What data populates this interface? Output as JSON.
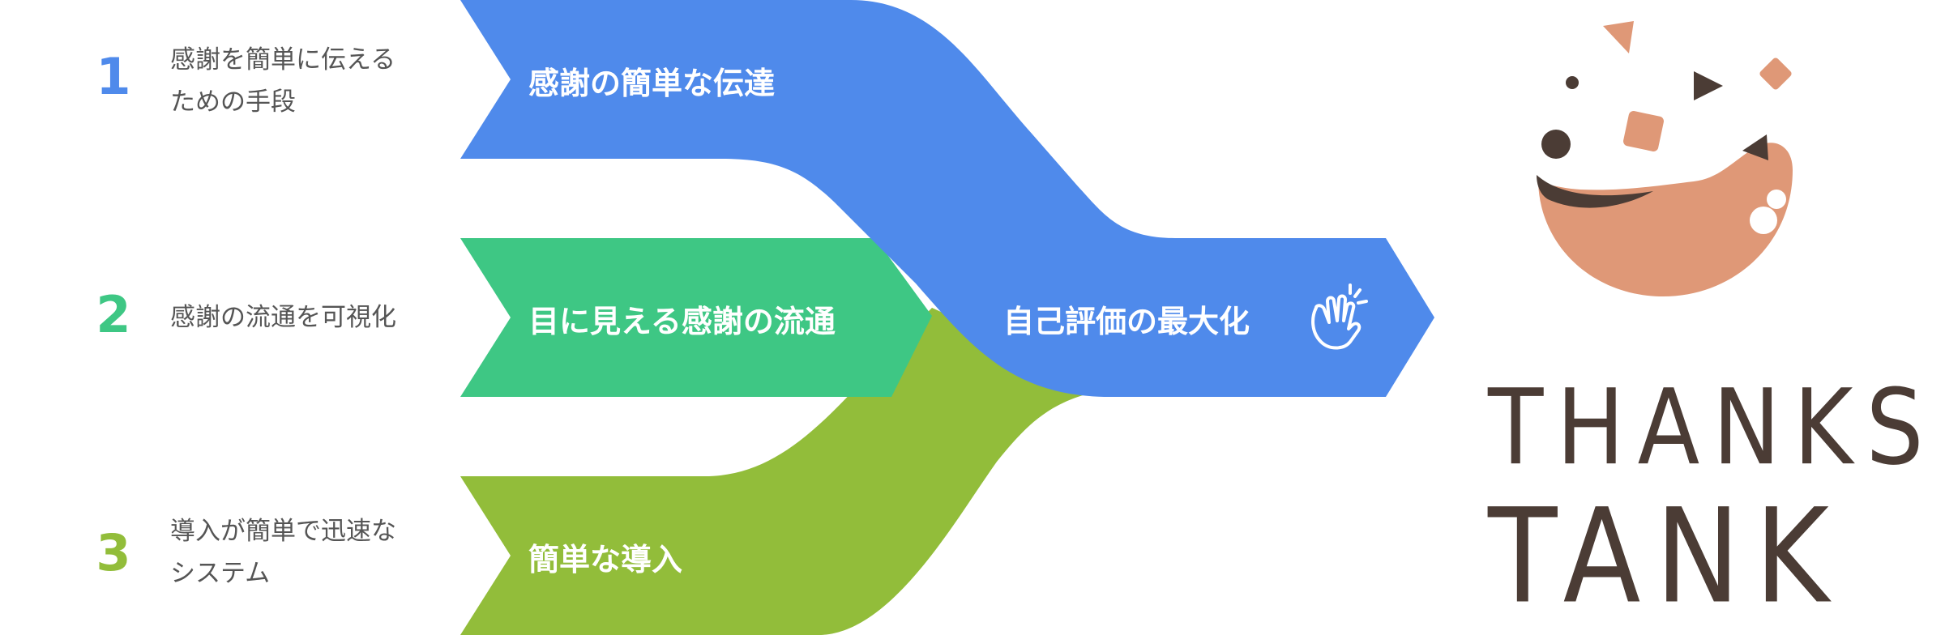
{
  "steps": [
    {
      "number": "1",
      "description_lines": [
        "感謝を簡単に伝える",
        "ための手段"
      ],
      "color": "#4f8aeb"
    },
    {
      "number": "2",
      "description_lines": [
        "感謝の流通を可視化"
      ],
      "color": "#3ec784"
    },
    {
      "number": "3",
      "description_lines": [
        "導入が簡単で迅速な",
        "システム"
      ],
      "color": "#92bd3a"
    }
  ],
  "flow": {
    "arrow1_label": "感謝の簡単な伝達",
    "arrow2_label": "目に見える感謝の流通",
    "arrow3_label": "簡単な導入",
    "result_label": "自己評価の最大化",
    "result_icon": "clapping-hands-icon",
    "colors": {
      "blue": "#4f8aeb",
      "green": "#3ec784",
      "olive": "#92bd3a"
    }
  },
  "logo": {
    "line1": "THANKS",
    "line2": "TANK",
    "bowl_color": "#df9877",
    "text_color": "#4b3c35"
  }
}
